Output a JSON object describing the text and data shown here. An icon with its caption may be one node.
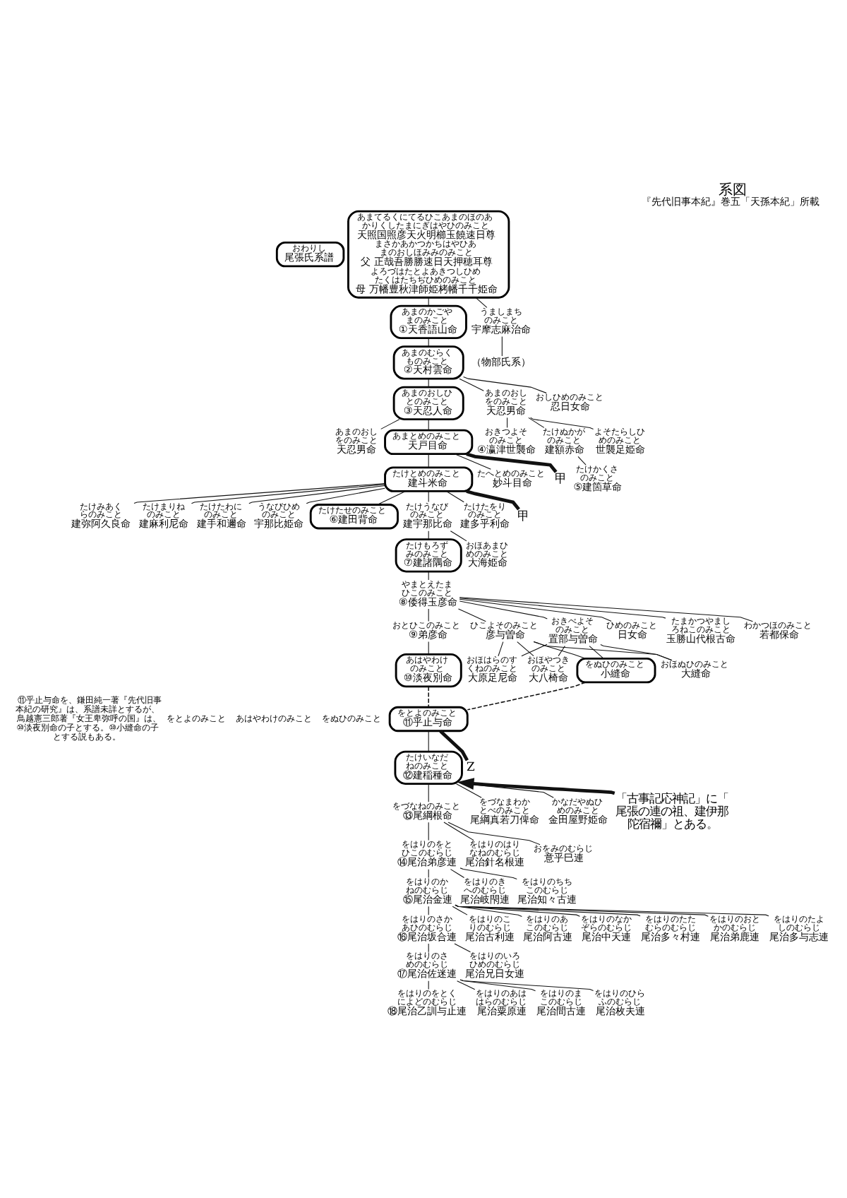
{
  "diagram": {
    "title": "系図",
    "caption": "『先代旧事本紀』巻五「天孫本紀」所載",
    "nodes": [
      {
        "text": [
          "おわりし",
          "尾張氏系譜"
        ]
      },
      {
        "text": [
          "あまてるくにてるひこあまのほのあかりくしたまにぎはやひのみこと",
          "天照国照彦天火明櫛玉饒速日尊",
          "まさかあかつかちはやひあまのおしほみみのみこと",
          "父 正哉吾勝勝速日天押穂耳尊",
          "よろづはたとよあきつしひめたくはたちぢひめのみこと",
          "母 万幡豊秋津師姫栲幡千千姫命"
        ]
      },
      {
        "text": [
          "あまのかごやまのみこと",
          "①天香語山命"
        ]
      },
      {
        "text": [
          "うましまちのみこと",
          "宇摩志麻治命"
        ]
      },
      {
        "text": [
          "（物部氏系）"
        ]
      },
      {
        "text": [
          "あまのむらくものみこと",
          "②天村雲命"
        ]
      },
      {
        "text": [
          "あまのおしひとのみこと",
          "③天忍人命"
        ]
      },
      {
        "text": [
          "あまのおしをのみこと",
          "天忍男命"
        ]
      },
      {
        "text": [
          "おしひめのみこと",
          "忍日女命"
        ]
      },
      {
        "text": [
          "あまとめのみこと",
          "天戸目命"
        ]
      },
      {
        "text": [
          "あまのおしをのみこと",
          "天忍男命"
        ]
      },
      {
        "text": [
          "おきつよそのみこと",
          "④瀛津世襲命"
        ]
      },
      {
        "text": [
          "たけぬかがのみこと",
          "建額赤命"
        ]
      },
      {
        "text": [
          "よそたらしひめのみこと",
          "世襲足姫命"
        ]
      },
      {
        "text": [
          "たけかくさのみこと",
          "⑤建箇草命"
        ]
      },
      {
        "text": [
          "たけとめのみこと",
          "建斗米命"
        ]
      },
      {
        "text": [
          "たへとめのみこと",
          "妙斗目命"
        ]
      },
      {
        "text": [
          "たけたせのみこと",
          "⑥建田背命"
        ]
      },
      {
        "text": [
          "たけうなびのみこと",
          "建宇那比命"
        ]
      },
      {
        "text": [
          "たけたをりのみこと",
          "建多乎利命"
        ]
      },
      {
        "text": [
          "たけみあくらのみこと",
          "建弥阿久良命"
        ]
      },
      {
        "text": [
          "たけまりねのみこと",
          "建麻利尼命"
        ]
      },
      {
        "text": [
          "たけたわにのみこと",
          "建手和邇命"
        ]
      },
      {
        "text": [
          "うなびひめのみこと",
          "宇那比姫命"
        ]
      },
      {
        "text": [
          "たけもろずみのみこと",
          "⑦建諸隅命"
        ]
      },
      {
        "text": [
          "おほあまひめのみこと",
          "大海姫命"
        ]
      },
      {
        "text": [
          "やまとえたまひこのみこと",
          "⑧倭得玉彦命"
        ]
      },
      {
        "text": [
          "おとひこのみこと",
          "⑨弟彦命"
        ]
      },
      {
        "text": [
          "ひめのみこと",
          "日女命"
        ]
      },
      {
        "text": [
          "たまかつやましろねこのみこと",
          "玉勝山代根古命"
        ]
      },
      {
        "text": [
          "わかつほのみこと",
          "若都保命"
        ]
      },
      {
        "text": [
          "おきべよそのみこと",
          "置部与曽命"
        ]
      },
      {
        "text": [
          "ひこよそのみこと",
          "彦与曽命"
        ]
      },
      {
        "text": [
          "あはやわけのみこと",
          "⑩淡夜別命"
        ]
      },
      {
        "text": [
          "おほはらのすくねのみこと",
          "大原足尼命"
        ]
      },
      {
        "text": [
          "おほやつきのみこと",
          "大八椅命"
        ]
      },
      {
        "text": [
          "おほぬひのみこと",
          "大縫命"
        ]
      },
      {
        "text": [
          "をぬひのみこと",
          "小縫命"
        ]
      },
      {
        "text": [
          "をとよのみこと",
          "⑪乎止与命"
        ]
      },
      {
        "text": [
          "たけいなだねのみこと",
          "⑫建稲種命"
        ]
      },
      {
        "text": [
          "をづなねのみこと",
          "⑬尾綱根命"
        ]
      },
      {
        "text": [
          "をづなまわかとべのみこと",
          "尾綱真若刀俾命"
        ]
      },
      {
        "text": [
          "かなだやぬひめのみこと",
          "金田屋野姫命"
        ]
      },
      {
        "text": [
          "をはりのをとひこのむらじ",
          "⑭尾治弟彦連"
        ]
      },
      {
        "text": [
          "をはりのはりなねのむらじ",
          "尾治針名根連"
        ]
      },
      {
        "text": [
          "おをみのむらじ",
          "意乎巳連"
        ]
      },
      {
        "text": [
          "をはりのかねのむらじ",
          "⑮尾治金連"
        ]
      },
      {
        "text": [
          "をはりのきへのむらじ",
          "尾治岐閇連"
        ]
      },
      {
        "text": [
          "をはりのちちこのむらじ",
          "尾治知々古連"
        ]
      },
      {
        "text": [
          "をはりのさかあひのむらじ",
          "⑯尾治坂合連"
        ]
      },
      {
        "text": [
          "をはりのこりのむらじ",
          "尾治古利連"
        ]
      },
      {
        "text": [
          "をはりのあこのむらじ",
          "尾治阿古連"
        ]
      },
      {
        "text": [
          "をはりのなかぞらのむらじ",
          "尾治中天連"
        ]
      },
      {
        "text": [
          "をはりのたたむらのむらじ",
          "尾治多々村連"
        ]
      },
      {
        "text": [
          "をはりのおとかのむらじ",
          "尾治弟鹿連"
        ]
      },
      {
        "text": [
          "をはりのたよしのむらじ",
          "尾治多与志連"
        ]
      },
      {
        "text": [
          "をはりのさめのむらじ",
          "⑰尾治佐迷連"
        ]
      },
      {
        "text": [
          "をはりのいろひめのむらじ",
          "尾治兄日女連"
        ]
      },
      {
        "text": [
          "をはりのをとくによどのむらじ",
          "⑱尾治乙訓与止連"
        ]
      },
      {
        "text": [
          "をはりのあははらのむらじ",
          "尾治粟原連"
        ]
      },
      {
        "text": [
          "をはりのまこのむらじ",
          "尾治間古連"
        ]
      },
      {
        "text": [
          "をはりのひらふのむらじ",
          "尾治枚夫連"
        ]
      },
      {
        "text": [
          "甲"
        ]
      },
      {
        "text": [
          "甲"
        ]
      },
      {
        "text": [
          "Z"
        ]
      },
      {
        "text": [
          "「古事記応神記」に「尾張の連の祖、建伊那陀宿禰」とある。"
        ]
      }
    ],
    "edges": [
      {
        "from": 1,
        "to": 3,
        "arrow": "none"
      },
      {
        "from": 1,
        "to": 2,
        "arrow": "none"
      },
      {
        "from": 3,
        "to": 4,
        "arrow": "none"
      },
      {
        "from": 2,
        "to": 5,
        "arrow": "none"
      },
      {
        "from": 5,
        "to": 8,
        "arrow": "none"
      },
      {
        "from": 5,
        "to": 7,
        "arrow": "none"
      },
      {
        "from": 5,
        "to": 6,
        "arrow": "none"
      },
      {
        "from": 6,
        "to": 10,
        "arrow": "none"
      },
      {
        "from": 6,
        "to": 9,
        "arrow": "none"
      },
      {
        "from": 7,
        "to": 13,
        "arrow": "none"
      },
      {
        "from": 7,
        "to": 12,
        "arrow": "none"
      },
      {
        "from": 7,
        "to": 11,
        "arrow": "none"
      },
      {
        "from": 12,
        "to": 14,
        "arrow": "none"
      },
      {
        "from": 9,
        "to": 16,
        "arrow": "none"
      },
      {
        "from": 9,
        "to": 15,
        "arrow": "none"
      },
      {
        "from": 15,
        "to": 23,
        "arrow": "none"
      },
      {
        "from": 15,
        "to": 22,
        "arrow": "none"
      },
      {
        "from": 15,
        "to": 21,
        "arrow": "none"
      },
      {
        "from": 15,
        "to": 20,
        "arrow": "none"
      },
      {
        "from": 15,
        "to": 19,
        "arrow": "none"
      },
      {
        "from": 15,
        "to": 18,
        "arrow": "none"
      },
      {
        "from": 15,
        "to": 17,
        "arrow": "none"
      },
      {
        "from": 18,
        "to": 25,
        "arrow": "none"
      },
      {
        "from": 18,
        "to": 24,
        "arrow": "none"
      },
      {
        "from": 24,
        "to": 26,
        "arrow": "none"
      },
      {
        "from": 26,
        "to": 32,
        "arrow": "none"
      },
      {
        "from": 26,
        "to": 31,
        "arrow": "none"
      },
      {
        "from": 26,
        "to": 30,
        "arrow": "none"
      },
      {
        "from": 26,
        "to": 29,
        "arrow": "none"
      },
      {
        "from": 26,
        "to": 28,
        "arrow": "none"
      },
      {
        "from": 26,
        "to": 27,
        "arrow": "none"
      },
      {
        "from": 27,
        "to": 33,
        "arrow": "none"
      },
      {
        "from": 32,
        "to": 37,
        "arrow": "none"
      },
      {
        "from": 32,
        "to": 36,
        "arrow": "none"
      },
      {
        "from": 32,
        "to": 35,
        "arrow": "none"
      },
      {
        "from": 32,
        "to": 34,
        "arrow": "none"
      },
      {
        "from": 31,
        "to": 37,
        "arrow": "none"
      },
      {
        "from": 31,
        "to": 36,
        "arrow": "none"
      },
      {
        "from": 31,
        "to": 35,
        "arrow": "none"
      },
      {
        "from": 31,
        "to": 34,
        "arrow": "none"
      },
      {
        "from": 33,
        "to": 38,
        "arrow": "none",
        "style": "dashed"
      },
      {
        "from": 37,
        "to": 38,
        "arrow": "none",
        "style": "dashed"
      },
      {
        "from": 38,
        "to": 39,
        "arrow": "none"
      },
      {
        "from": 39,
        "to": 42,
        "arrow": "none"
      },
      {
        "from": 39,
        "to": 41,
        "arrow": "none"
      },
      {
        "from": 39,
        "to": 40,
        "arrow": "none"
      },
      {
        "from": 40,
        "to": 45,
        "arrow": "none"
      },
      {
        "from": 40,
        "to": 44,
        "arrow": "none"
      },
      {
        "from": 40,
        "to": 43,
        "arrow": "none"
      },
      {
        "from": 43,
        "to": 48,
        "arrow": "none"
      },
      {
        "from": 43,
        "to": 47,
        "arrow": "none"
      },
      {
        "from": 43,
        "to": 46,
        "arrow": "none"
      },
      {
        "from": 46,
        "to": 55,
        "arrow": "none"
      },
      {
        "from": 46,
        "to": 54,
        "arrow": "none"
      },
      {
        "from": 46,
        "to": 53,
        "arrow": "none"
      },
      {
        "from": 46,
        "to": 52,
        "arrow": "none"
      },
      {
        "from": 46,
        "to": 51,
        "arrow": "none"
      },
      {
        "from": 46,
        "to": 50,
        "arrow": "none"
      },
      {
        "from": 46,
        "to": 49,
        "arrow": "none"
      },
      {
        "from": 49,
        "to": 57,
        "arrow": "none"
      },
      {
        "from": 49,
        "to": 56,
        "arrow": "none"
      },
      {
        "from": 56,
        "to": 61,
        "arrow": "none"
      },
      {
        "from": 56,
        "to": 60,
        "arrow": "none"
      },
      {
        "from": 56,
        "to": 59,
        "arrow": "none"
      },
      {
        "from": 56,
        "to": 58,
        "arrow": "none"
      },
      {
        "from": 62,
        "to": 9,
        "arrow": "none",
        "style": "thick"
      },
      {
        "from": 63,
        "to": 15,
        "arrow": "none",
        "style": "thick"
      },
      {
        "from": 64,
        "to": 38,
        "arrow": "none",
        "style": "thick"
      },
      {
        "from": 65,
        "to": 39,
        "arrow": "to",
        "style": "thick"
      }
    ],
    "labels": [
      "⑪乎止与命を、鎌田純一著『先代旧事本紀の研究』は、系譜未詳とするが、鳥越憲三郎著『女王卑弥呼の国』は、⑩淡夜別命の子とする。⑩小縫命の子とする説もある。",
      "をとよのみこと",
      "あはやわけのみこと",
      "をぬひのみこと"
    ]
  }
}
